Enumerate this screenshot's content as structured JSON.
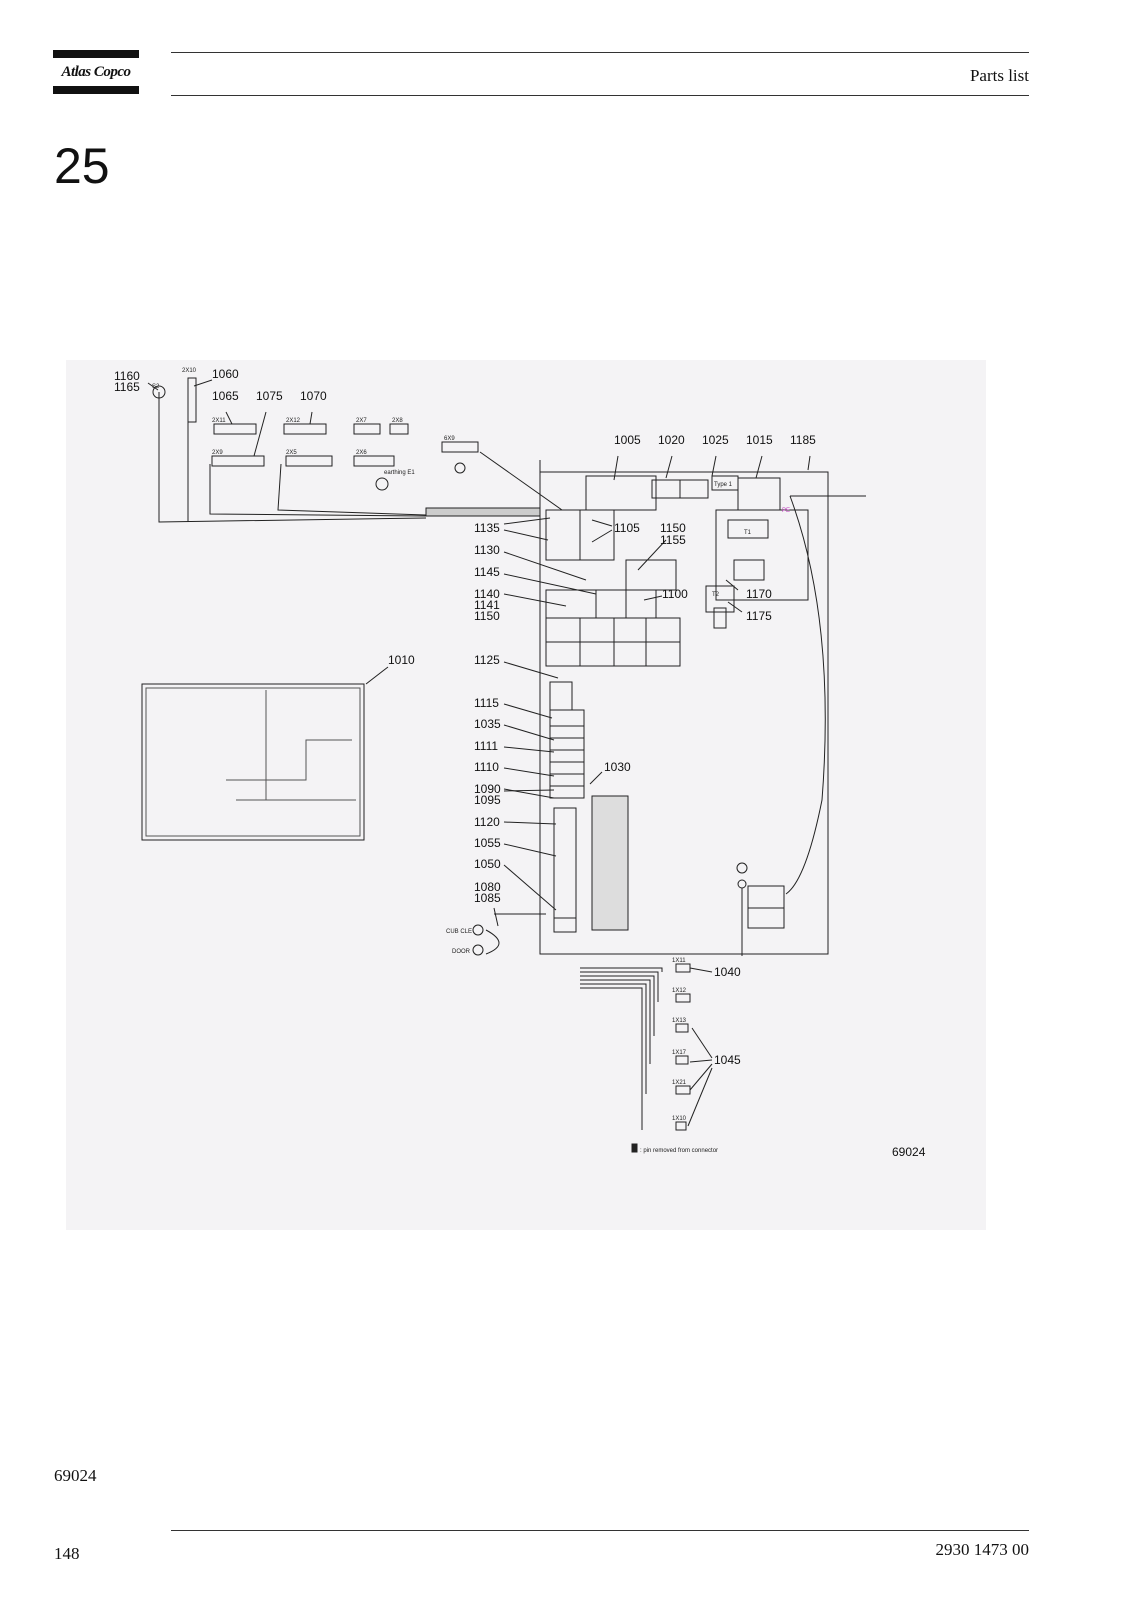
{
  "header": {
    "brand": "Atlas Copco",
    "title": "Parts list"
  },
  "section": {
    "number": "25"
  },
  "figure": {
    "id_label": "69024",
    "legend_note": ": pin removed from connector",
    "callouts": {
      "c1160": "1160",
      "c1165": "1165",
      "c1060": "1060",
      "c1065": "1065",
      "c1075": "1075",
      "c1070": "1070",
      "c1005": "1005",
      "c1020": "1020",
      "c1025": "1025",
      "c1015": "1015",
      "c1185": "1185",
      "c1135": "1135",
      "c1105": "1105",
      "c1150a": "1150",
      "c1155": "1155",
      "c1130": "1130",
      "c1145": "1145",
      "c1140": "1140",
      "c1141": "1141",
      "c1150b": "1150",
      "c1100": "1100",
      "c1170": "1170",
      "c1175": "1175",
      "c1010": "1010",
      "c1125": "1125",
      "c1115": "1115",
      "c1035": "1035",
      "c1111": "1111",
      "c1110": "1110",
      "c1030": "1030",
      "c1090": "1090",
      "c1095": "1095",
      "c1120": "1120",
      "c1055": "1055",
      "c1050": "1050",
      "c1080": "1080",
      "c1085": "1085",
      "c1040": "1040",
      "c1045": "1045"
    },
    "labels": {
      "s2": "S2",
      "x2x10": "2X10",
      "x2x11": "2X11",
      "x2x12": "2X12",
      "x2x7": "2X7",
      "x2x8": "2X8",
      "x2x9": "2X9",
      "x2x5": "2X5",
      "x2x6": "2X6",
      "x6x9": "6X9",
      "earthing": "earthing E1",
      "t1": "T1",
      "t2": "T2",
      "pe": "PE",
      "type1": "Type 1",
      "x1x11": "1X11",
      "x1x12": "1X12",
      "x1x13": "1X13",
      "x1x17": "1X17",
      "x1x21": "1X21",
      "x1x10": "1X10",
      "cub": "CUB CLE",
      "door": "DOOR"
    }
  },
  "footer": {
    "figure_id": "69024",
    "page_number": "148",
    "document_number": "2930 1473 00"
  }
}
